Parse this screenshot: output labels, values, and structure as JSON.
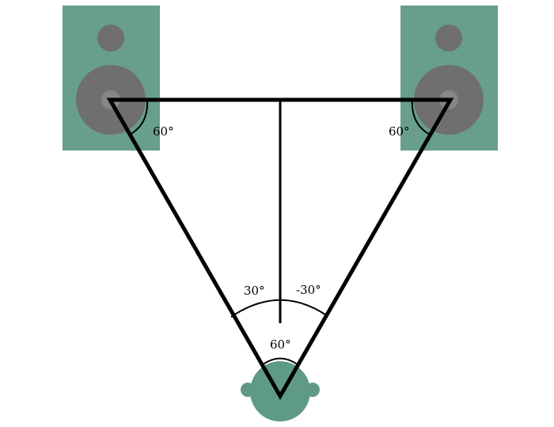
{
  "diagram": {
    "speaker_left_angle": "60°",
    "speaker_right_angle": "60°",
    "listener_left_angle": "30°",
    "listener_right_angle": "-30°",
    "listener_total_angle": "60°"
  },
  "colors": {
    "background": "#ffffff",
    "speaker_cabinet": "#5f9a84",
    "speaker_driver": "#686868",
    "speaker_dust_cap": "#808080",
    "listener_head": "#5f9a84",
    "line": "#000000"
  }
}
